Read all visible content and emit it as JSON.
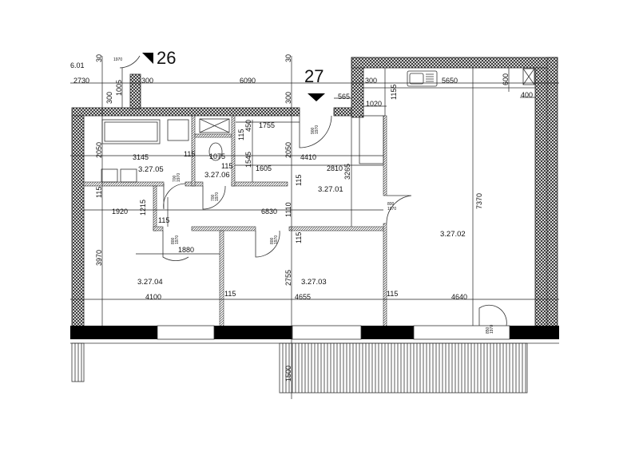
{
  "plan": {
    "apartment_number": "27",
    "neighbor_number": "26",
    "edge_label": "6.01",
    "rooms": [
      {
        "id": "3.27.01"
      },
      {
        "id": "3.27.02"
      },
      {
        "id": "3.27.03"
      },
      {
        "id": "3.27.04"
      },
      {
        "id": "3.27.05"
      },
      {
        "id": "3.27.06"
      }
    ],
    "dimensions": {
      "d2730": "2730",
      "d6090": "6090",
      "d300a": "300",
      "d300b": "300",
      "d300c": "300",
      "d300d": "300",
      "d30a": "30",
      "d30b": "30",
      "d1005": "1005",
      "d565": "565",
      "d1020": "1020",
      "d1155": "1155",
      "d5650": "5650",
      "d600": "600",
      "d400": "400",
      "d1755": "1755",
      "d450": "450",
      "d115a": "115",
      "d2050a": "2050",
      "d2050b": "2050",
      "d3145": "3145",
      "d115b": "115",
      "d1075": "1075",
      "d115c": "115",
      "d1545": "1545",
      "d4410": "4410",
      "d1605": "1605",
      "d2810": "2810",
      "d3265": "3265",
      "d115d": "115",
      "d115e": "115",
      "d1920": "1920",
      "d1215": "1215",
      "d6830": "6830",
      "d1110": "1110",
      "d115f": "115",
      "d115g": "115",
      "d7370": "7370",
      "d3970": "3970",
      "d1880": "1880",
      "d2755": "2755",
      "d4100": "4100",
      "d115h": "115",
      "d4655": "4655",
      "d115i": "115",
      "d4640": "4640",
      "d1500": "1500"
    },
    "doors": [
      {
        "w": "900",
        "h": "1970"
      },
      {
        "w": "700",
        "h": "1970"
      },
      {
        "w": "700",
        "h": "1970"
      },
      {
        "w": "800",
        "h": "1970"
      },
      {
        "w": "800",
        "h": "1970"
      },
      {
        "w": "800",
        "h": "1970"
      },
      {
        "w": "850",
        "h": "1970"
      },
      {
        "w": "",
        "h": "1970"
      }
    ]
  },
  "colors": {
    "wall": "#000000",
    "background": "#ffffff"
  }
}
